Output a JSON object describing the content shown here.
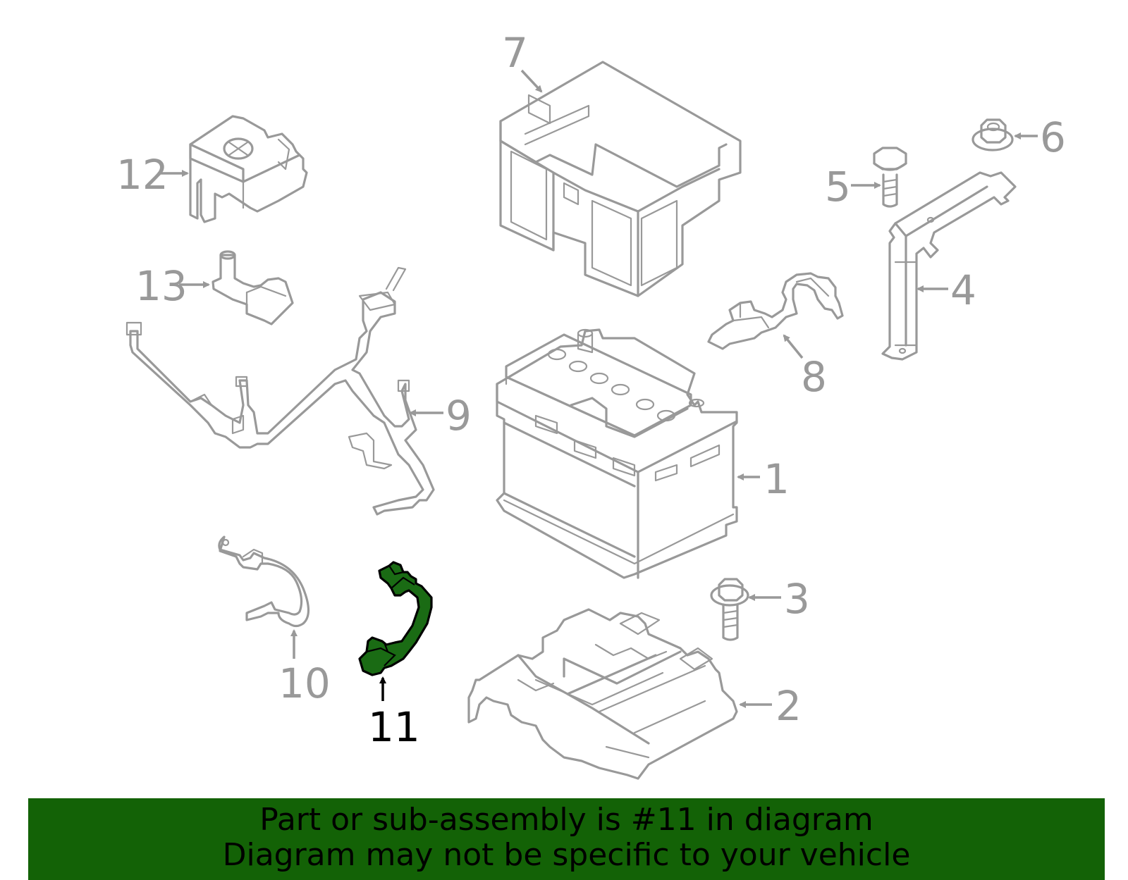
{
  "callouts": {
    "c1": "1",
    "c2": "2",
    "c3": "3",
    "c4": "4",
    "c5": "5",
    "c6": "6",
    "c7": "7",
    "c8": "8",
    "c9": "9",
    "c10": "10",
    "c11": "11",
    "c12": "12",
    "c13": "13"
  },
  "highlighted_part": "11",
  "colors": {
    "highlight": "#1a6b14",
    "banner": "#136206",
    "line": "#999999"
  },
  "banner": {
    "line1": "Part or sub-assembly is #11 in diagram",
    "line2": "Diagram may not be specific to your vehicle"
  }
}
